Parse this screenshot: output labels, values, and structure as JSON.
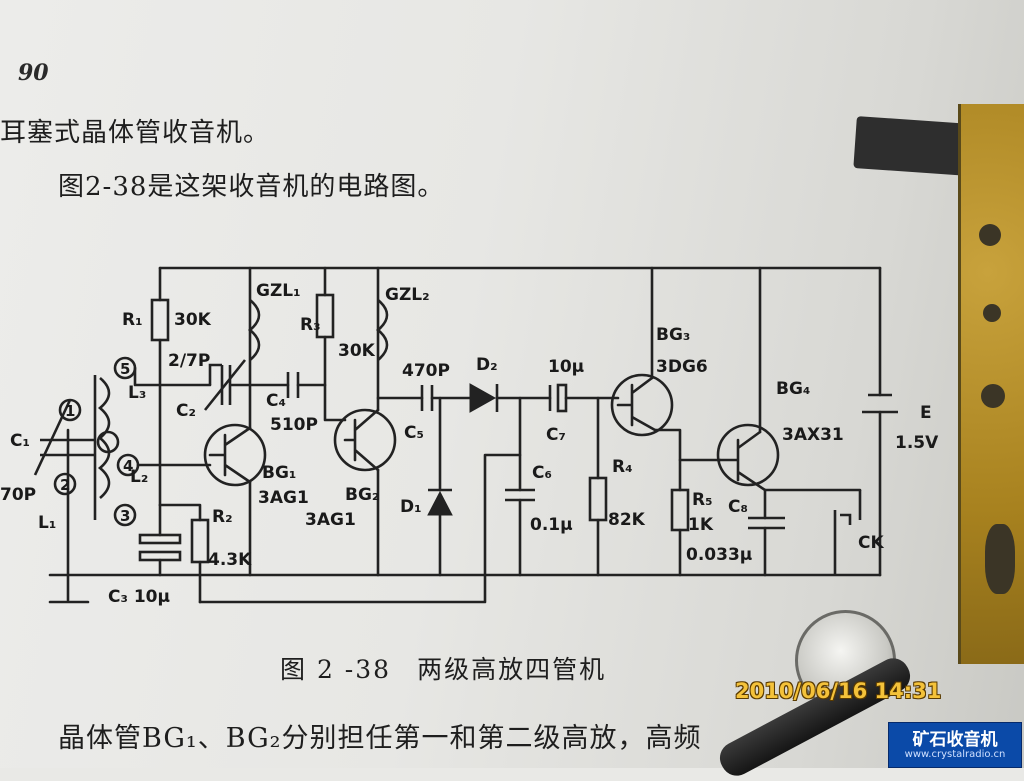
{
  "page": {
    "number": "90",
    "line1": "耳塞式晶体管收音机。",
    "line2": "图2-38是这架收音机的电路图。",
    "caption_id": "图 2 -38",
    "caption_title": "两级高放四管机",
    "bottom_line": "晶体管BG₁、BG₂分别担任第一和第二级高放，高频"
  },
  "circuit_labels": {
    "R1": "R₁",
    "R1_value": "30K",
    "GZL1": "GZL₁",
    "GZL2": "GZL₂",
    "R3": "R₃",
    "R3_value": "30K",
    "C2_value": "2/7P",
    "C2": "C₂",
    "C4": "C₄",
    "C4_value": "510P",
    "cap_470": "470P",
    "C5": "C₅",
    "D2": "D₂",
    "D1": "D₁",
    "C7_value": "10μ",
    "C7": "C₇",
    "C6": "C₆",
    "C6_value": "0.1μ",
    "R4": "R₄",
    "R4_value": "82K",
    "BG1": "BG₁",
    "BG1_type": "3AG1",
    "BG2": "BG₂",
    "BG2_type": "3AG1",
    "BG3": "BG₃",
    "BG3_type": "3DG6",
    "BG4": "BG₄",
    "BG4_type": "3AX31",
    "R5": "R₅",
    "R5_value": "1K",
    "C8": "C₈",
    "C8_value": "0.033μ",
    "E": "E",
    "E_value": "1.5V",
    "CK": "CK",
    "C1": "C₁",
    "C1_value": "70P",
    "L1": "L₁",
    "L2": "L₂",
    "L3": "L₃",
    "R2": "R₂",
    "R2_value": "4.3K",
    "C3_value": "C₃ 10μ",
    "node1": "1",
    "node2": "2",
    "node3": "3",
    "node4": "4",
    "node5": "5"
  },
  "overlay": {
    "timestamp": "2010/06/16 14:31",
    "watermark_title": "矿石收音机",
    "watermark_url": "www.crystalradio.cn"
  }
}
